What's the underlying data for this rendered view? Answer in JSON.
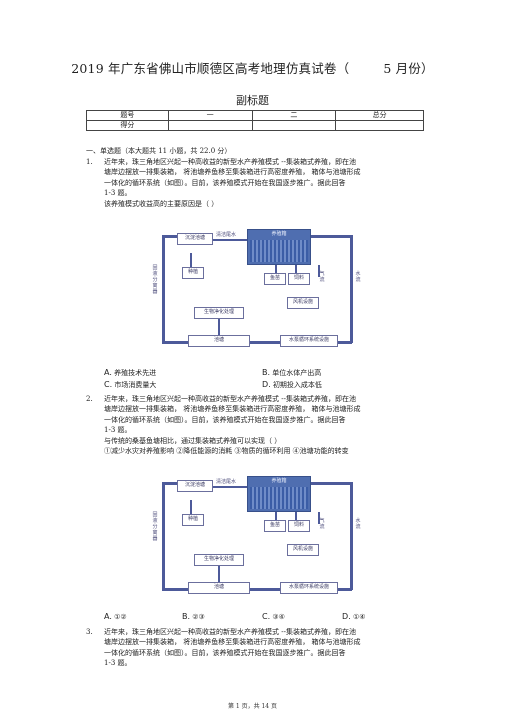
{
  "doc": {
    "title_part1": "2019 年广东省佛山市顺德区高考地理仿真试卷（",
    "title_part2": "5 月份）",
    "subtitle": "副标题",
    "score_table": {
      "row1": [
        "题号",
        "一",
        "二",
        "总分"
      ],
      "row2": [
        "得分",
        "",
        "",
        ""
      ]
    },
    "section_header": "一、单选题（本大题共      11 小题，共  22.0 分）",
    "stem": {
      "line1": "近年来，珠三角地区兴起一种高收益的新型水产养殖模式            --集装箱式养殖，即在池",
      "line2": "塘岸边摆放一排集装箱，      将池塘养鱼移至集装箱进行高密度养殖，       箱体与池塘形成",
      "line3": "一体化的循环系统（如图）。目前，该养殖模式开始在我国逐步推广。据此回答",
      "line4": "1-3 题。"
    },
    "q1": {
      "num": "1.",
      "question": "该养殖模式收益高的主要原因是（            ）",
      "options": [
        {
          "letter": "A.",
          "text": "养殖技术先进"
        },
        {
          "letter": "B.",
          "text": "单位水体产出高"
        },
        {
          "letter": "C.",
          "text": "市场消费量大"
        },
        {
          "letter": "D.",
          "text": "初期投入成本低"
        }
      ]
    },
    "q2": {
      "num": "2.",
      "question": "与传统的桑基鱼塘相比，通过集装箱式养殖可以实现（            ）",
      "statements": "①减少水灾对养殖影响      ②降低能源的消耗      ③物质的循环利用      ④池塘功能的转变",
      "options": [
        {
          "letter": "A.",
          "text": "①②"
        },
        {
          "letter": "B.",
          "text": "②③"
        },
        {
          "letter": "C.",
          "text": "③④"
        },
        {
          "letter": "D.",
          "text": "①④"
        }
      ]
    },
    "q3": {
      "num": "3."
    },
    "diagram": {
      "box_settle": "沉淀池塘",
      "label_clean": "清洁尾水",
      "box_container": "养殖箱",
      "box_plant": "种植",
      "box_fish": "鱼苗",
      "box_feed": "饲料",
      "label_gas": "气流",
      "box_blower": "风机设施",
      "box_microbe": "生物净化处理",
      "box_pond": "池塘",
      "box_circ": "水泵循环系统设施",
      "label_left": "固液分离器",
      "label_right": "水流"
    },
    "footer": "第 1 页，共 14 页"
  }
}
